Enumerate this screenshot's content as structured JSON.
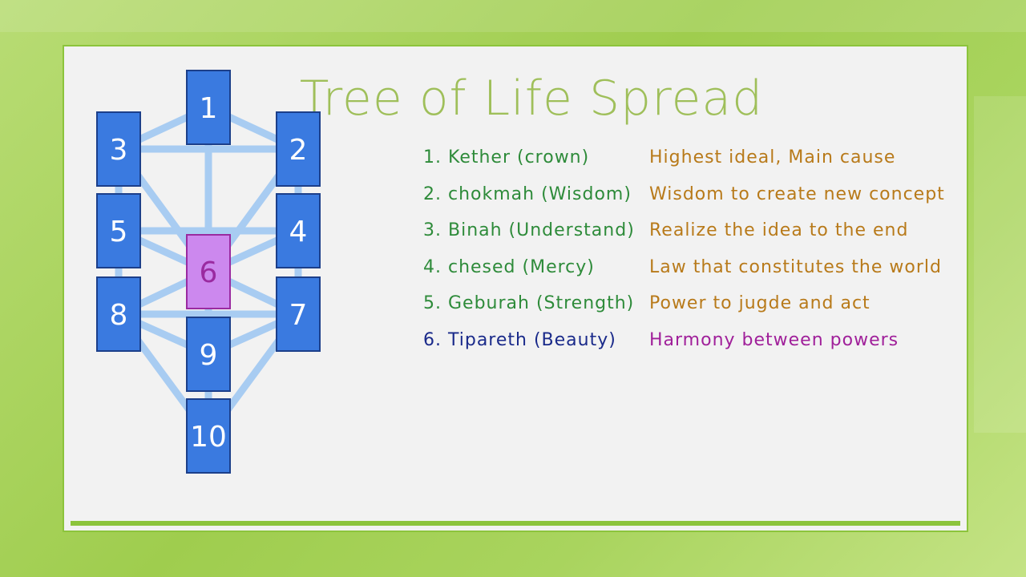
{
  "title": "Tree of Life Spread",
  "cards": [
    {
      "number": "1"
    },
    {
      "number": "2"
    },
    {
      "number": "3"
    },
    {
      "number": "4"
    },
    {
      "number": "5"
    },
    {
      "number": "6"
    },
    {
      "number": "7"
    },
    {
      "number": "8"
    },
    {
      "number": "9"
    },
    {
      "number": "10"
    }
  ],
  "colors": {
    "card": "#3a7ae0",
    "card_border": "#1c3f8a",
    "card_highlight": "#cc88ee",
    "card_highlight_border": "#9a2aa0",
    "path": "#a8ccf2",
    "name_green": "#2e8b3a",
    "name_blue": "#1a2a8a",
    "meaning_brown": "#b87a1a",
    "meaning_purple": "#a0209a"
  },
  "legend": [
    {
      "name": "1. Kether (crown)",
      "meaning": "Highest ideal, Main cause",
      "name_color": "#2e8b3a",
      "meaning_color": "#b87a1a"
    },
    {
      "name": "2. chokmah (Wisdom)",
      "meaning": "Wisdom to create new concept",
      "name_color": "#2e8b3a",
      "meaning_color": "#b87a1a"
    },
    {
      "name": "3. Binah (Understand)",
      "meaning": "Realize the idea to the end",
      "name_color": "#2e8b3a",
      "meaning_color": "#b87a1a"
    },
    {
      "name": "4. chesed (Mercy)",
      "meaning": "Law that constitutes the world",
      "name_color": "#2e8b3a",
      "meaning_color": "#b87a1a"
    },
    {
      "name": "5. Geburah (Strength)",
      "meaning": "Power to jugde and act",
      "name_color": "#2e8b3a",
      "meaning_color": "#b87a1a"
    },
    {
      "name": "6. Tipareth (Beauty)",
      "meaning": "Harmony between powers",
      "name_color": "#1a2a8a",
      "meaning_color": "#a0209a"
    }
  ]
}
